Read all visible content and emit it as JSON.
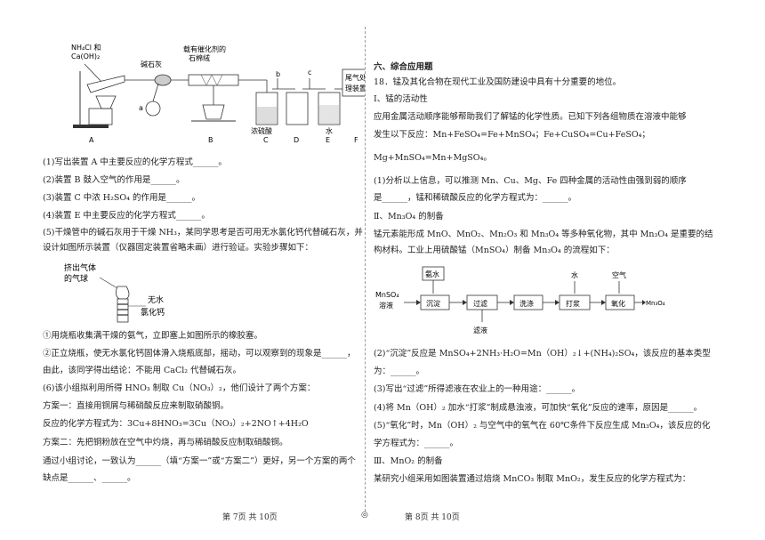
{
  "left": {
    "apparatus": {
      "reagent_label_1": "NH₄Cl 和",
      "reagent_label_2": "Ca(OH)₂",
      "soda_lime": "碱石灰",
      "catalyst_1": "载有催化剂的",
      "catalyst_2": "石棉绒",
      "tail_1": "尾气处",
      "tail_2": "理装置",
      "conc_h2so4": "浓硫酸",
      "water": "水",
      "label_a_small": "a",
      "label_b_small": "b",
      "label_c_small": "c",
      "letters": [
        "A",
        "B",
        "C",
        "D",
        "E",
        "F"
      ]
    },
    "q1": "(1)写出装置 A 中主要反应的化学方程式______。",
    "q2": "(2)装置 B 鼓入空气的作用是______。",
    "q3": "(3)装置 C 中浓 H₂SO₄ 的作用是______。",
    "q4": "(4)装置 E 中主要反应的化学方程式______。",
    "q5_1": "(5)干燥管中的碱石灰用于干燥 NH₃，某同学思考是否可用无水氯化钙代替碱石灰，并",
    "q5_2": "设计如图所示装置（仪器固定装置省略未画）进行验证。实验步骤如下：",
    "balloon_1": "挤出气体",
    "balloon_2": "的气球",
    "cacl2_1": "无水",
    "cacl2_2": "氯化钙",
    "step1": "①用烧瓶收集满干燥的氨气，立即塞上如图所示的橡胶塞。",
    "step2": "②正立烧瓶，使无水氯化钙固体滑入烧瓶底部，摇动，可以观察到的现象是______，",
    "step2b": "由此，该同学得出结论：不能用 CaCl₂ 代替碱石灰。",
    "q6": "(6)该小组拟利用所得 HNO₃ 制取 Cu（NO₃）₂，他们设计了两个方案：",
    "plan1": "方案一：直接用铜屑与稀硝酸反应来制取硝酸铜。",
    "plan1_eq": "反应的化学方程式为：3Cu+8HNO₃=3Cu（NO₃）₂+2NO↑+4H₂O",
    "plan2": "方案二：先把铜粉放在空气中灼烧，再与稀硝酸反应制取硝酸铜。",
    "conclude1": "通过小组讨论，一致认为______（填“方案一”或“方案二”）更好，另一个方案的两个",
    "conclude2": "缺点是______、______。"
  },
  "right": {
    "section": "六、综合应用题",
    "q18": "18．锰及其化合物在现代工业及国防建设中具有十分重要的地位。",
    "part1": "Ⅰ、锰的活动性",
    "p1_1": "应用金属活动顺序能够帮助我们了解锰的化学性质。已知下列各组物质在溶液中能够",
    "p1_2": "发生以下反应：Mn+FeSO₄=Fe+MnSO₄；Fe+CuSO₄=Cu+FeSO₄；",
    "p1_3": "Mg+MnSO₄=Mn+MgSO₄。",
    "p1_q1a": "(1)分析以上信息，可以推测 Mn、Cu、Mg、Fe 四种金属的活动性由强到弱的顺序",
    "p1_q1b": "是______，锰和稀硫酸反应的化学方程式为：______。",
    "part2": "Ⅱ、Mn₃O₄ 的制备",
    "p2_1": "锰元素能形成 MnO、MnO₂、Mn₂O₃ 和 Mn₃O₄ 等多种氧化物，其中 Mn₃O₄ 是重要的结",
    "p2_2": "构材料。工业上用硫酸锰（MnSO₄）制备 Mn₃O₄ 的流程如下：",
    "flow": {
      "input_1": "MnSO₄",
      "input_2": "溶液",
      "ammonia": "氨水",
      "water": "水",
      "air": "空气",
      "filtrate": "滤液",
      "steps": [
        "沉淀",
        "过滤",
        "洗涤",
        "打浆",
        "氧化"
      ],
      "output": "Mn₃O₄"
    },
    "q2a": "(2)“沉淀”反应是 MnSO₄+2NH₃·H₂O=Mn（OH）₂↓+(NH₄)₂SO₄，该反应的基本类型",
    "q2b": "为：______。",
    "q3": "(3)写出“过滤”所得滤液在农业上的一种用途：______。",
    "q4": "(4)将 Mn（OH）₂ 加水“打浆”制成悬浊液，可加快“氧化”反应的速率，原因是______。",
    "q5a": "(5)“氧化”时，Mn（OH）₂ 与空气中的氧气在 60℃条件下反应生成 Mn₃O₄，该反应的化",
    "q5b": "学方程式为：______。",
    "part3": "Ⅲ、MnO₂ 的制备",
    "p3": "某研究小组采用如图装置通过焙烧 MnCO₃ 制取 MnO₂，发生反应的化学方程式为："
  },
  "footer": {
    "page_left": "第 7页  共 10页",
    "center": "◎",
    "page_right": "第 8页  共 10页"
  }
}
